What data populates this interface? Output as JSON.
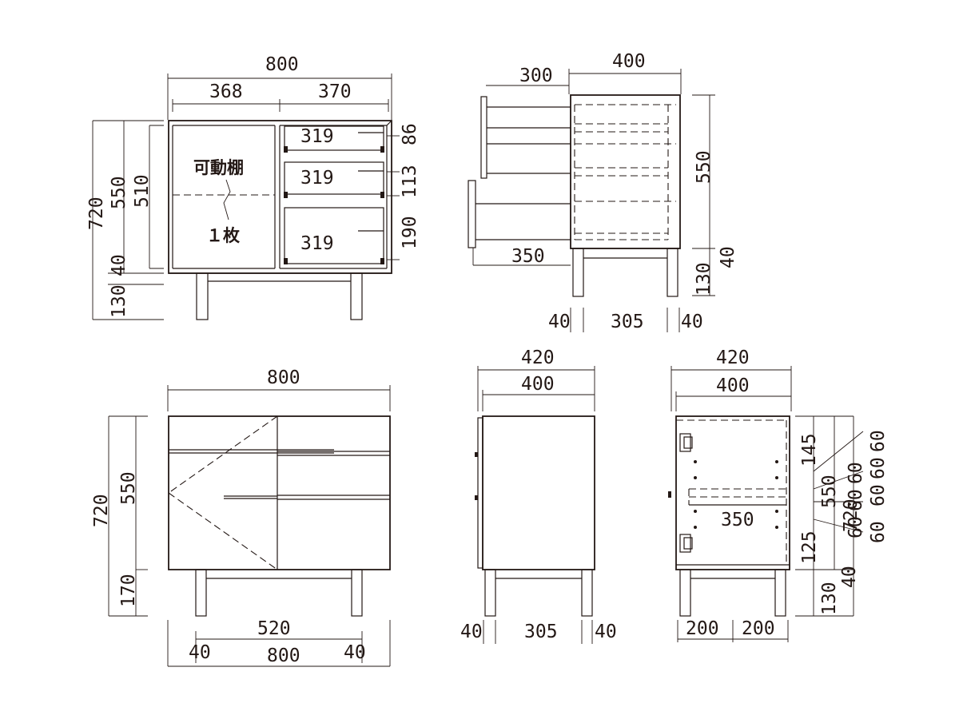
{
  "colors": {
    "line": "#231815",
    "background": "#ffffff"
  },
  "front_open_view": {
    "width_total": "800",
    "width_left": "368",
    "width_right": "370",
    "height_total": "720",
    "height_body": "550",
    "height_inner": "510",
    "height_top": "40",
    "height_leg": "130",
    "drawer_heights": [
      "86",
      "113",
      "190"
    ],
    "drawer_widths": [
      "319",
      "319",
      "319"
    ],
    "shelf_label_line1": "可動棚",
    "shelf_label_line2": "１枚"
  },
  "side_open_view": {
    "drawer_extension": "300",
    "depth_top": "400",
    "height_body": "550",
    "height_top": "40",
    "height_leg": "130",
    "drawer_depth": "350",
    "leg_left": "40",
    "leg_span": "305",
    "leg_right": "40"
  },
  "front_view": {
    "width_total": "800",
    "height_total": "720",
    "height_body": "550",
    "height_leg": "170",
    "leg_span": "520",
    "leg_left": "40",
    "width_bottom": "800",
    "leg_right": "40"
  },
  "side_view": {
    "depth_outer": "420",
    "depth_inner": "400",
    "leg_left": "40",
    "leg_span": "305",
    "leg_right": "40"
  },
  "back_view": {
    "width_outer": "420",
    "width_inner": "400",
    "height_top_section": "145",
    "height_body": "550",
    "height_total": "720",
    "height_bottom_section": "125",
    "height_top": "40",
    "height_leg": "130",
    "shelf_depth": "350",
    "hole_pitches": [
      "60",
      "60",
      "60",
      "60",
      "60",
      "60",
      "60"
    ],
    "leg_left": "200",
    "leg_right": "200"
  }
}
